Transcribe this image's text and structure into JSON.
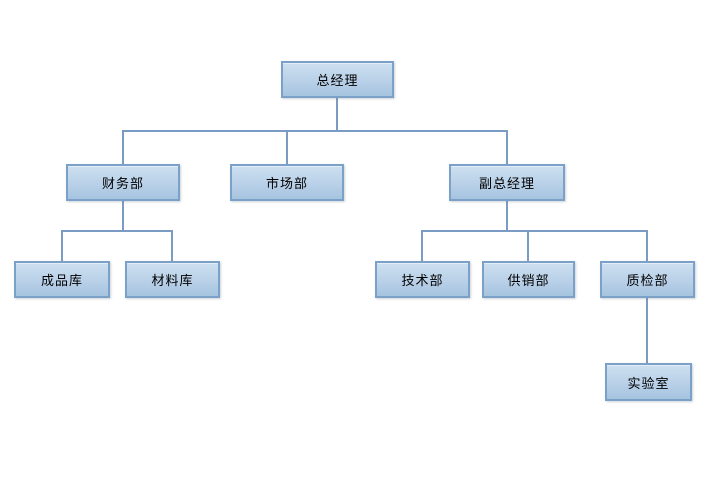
{
  "diagram": {
    "type": "org-chart",
    "background": "#ffffff",
    "nodes": [
      {
        "id": "general-manager",
        "label": "总经理",
        "level": 1
      },
      {
        "id": "finance-dept",
        "label": "财务部",
        "level": 2
      },
      {
        "id": "marketing-dept",
        "label": "市场部",
        "level": 2
      },
      {
        "id": "deputy-general-manager",
        "label": "副总经理",
        "level": 2
      },
      {
        "id": "finished-goods-warehouse",
        "label": "成品库",
        "level": 3
      },
      {
        "id": "materials-warehouse",
        "label": "材料库",
        "level": 3
      },
      {
        "id": "technology-dept",
        "label": "技术部",
        "level": 3
      },
      {
        "id": "supply-sales-dept",
        "label": "供销部",
        "level": 3
      },
      {
        "id": "quality-inspection-dept",
        "label": "质检部",
        "level": 3
      },
      {
        "id": "laboratory",
        "label": "实验室",
        "level": 4
      }
    ],
    "edges": [
      [
        "general-manager",
        "finance-dept"
      ],
      [
        "general-manager",
        "marketing-dept"
      ],
      [
        "general-manager",
        "deputy-general-manager"
      ],
      [
        "finance-dept",
        "finished-goods-warehouse"
      ],
      [
        "finance-dept",
        "materials-warehouse"
      ],
      [
        "deputy-general-manager",
        "technology-dept"
      ],
      [
        "deputy-general-manager",
        "supply-sales-dept"
      ],
      [
        "deputy-general-manager",
        "quality-inspection-dept"
      ],
      [
        "quality-inspection-dept",
        "laboratory"
      ]
    ]
  },
  "colors": {
    "connector": "#7a9cc4",
    "box_border": "#7ba1c9",
    "box_fill_top": "#cde0f0",
    "box_fill_mid": "#b9d0e8",
    "box_fill_bottom": "#a6c4e0",
    "text": "#000000",
    "canvas_bg": "#ffffff"
  }
}
